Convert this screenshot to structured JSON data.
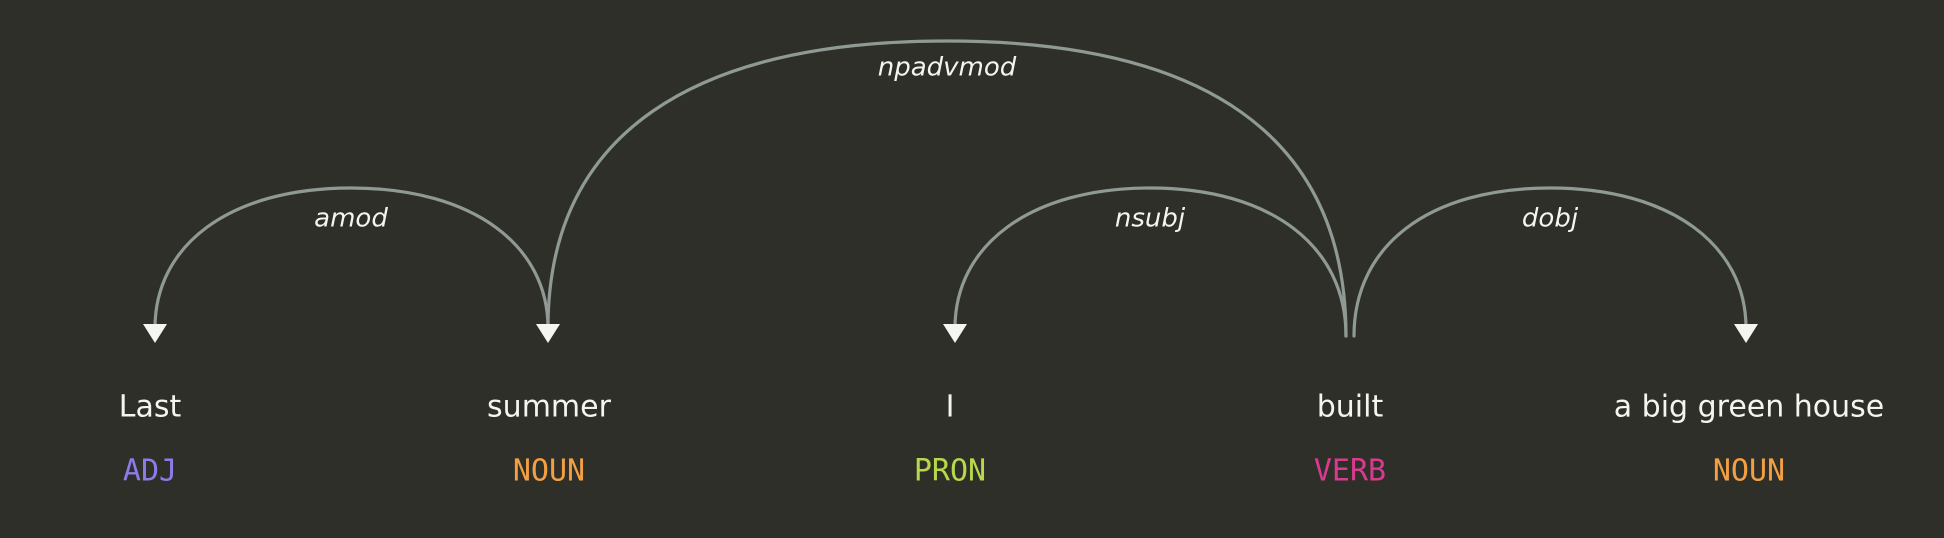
{
  "tokens": [
    {
      "text": "Last",
      "tag": "ADJ",
      "tag_color": "#8b7ce8"
    },
    {
      "text": "summer",
      "tag": "NOUN",
      "tag_color": "#f3a043"
    },
    {
      "text": "I",
      "tag": "PRON",
      "tag_color": "#b7d84b"
    },
    {
      "text": "built",
      "tag": "VERB",
      "tag_color": "#d83b8e"
    },
    {
      "text": "a big green house",
      "tag": "NOUN",
      "tag_color": "#f3a043"
    }
  ],
  "arcs": [
    {
      "label": "amod",
      "head": 1,
      "dependent": 0
    },
    {
      "label": "npadvmod",
      "head": 3,
      "dependent": 1
    },
    {
      "label": "nsubj",
      "head": 3,
      "dependent": 2
    },
    {
      "label": "dobj",
      "head": 3,
      "dependent": 4
    }
  ],
  "colors": {
    "background": "#2f2f2a",
    "arc": "#8f9a94",
    "text": "#f4f4f0"
  }
}
